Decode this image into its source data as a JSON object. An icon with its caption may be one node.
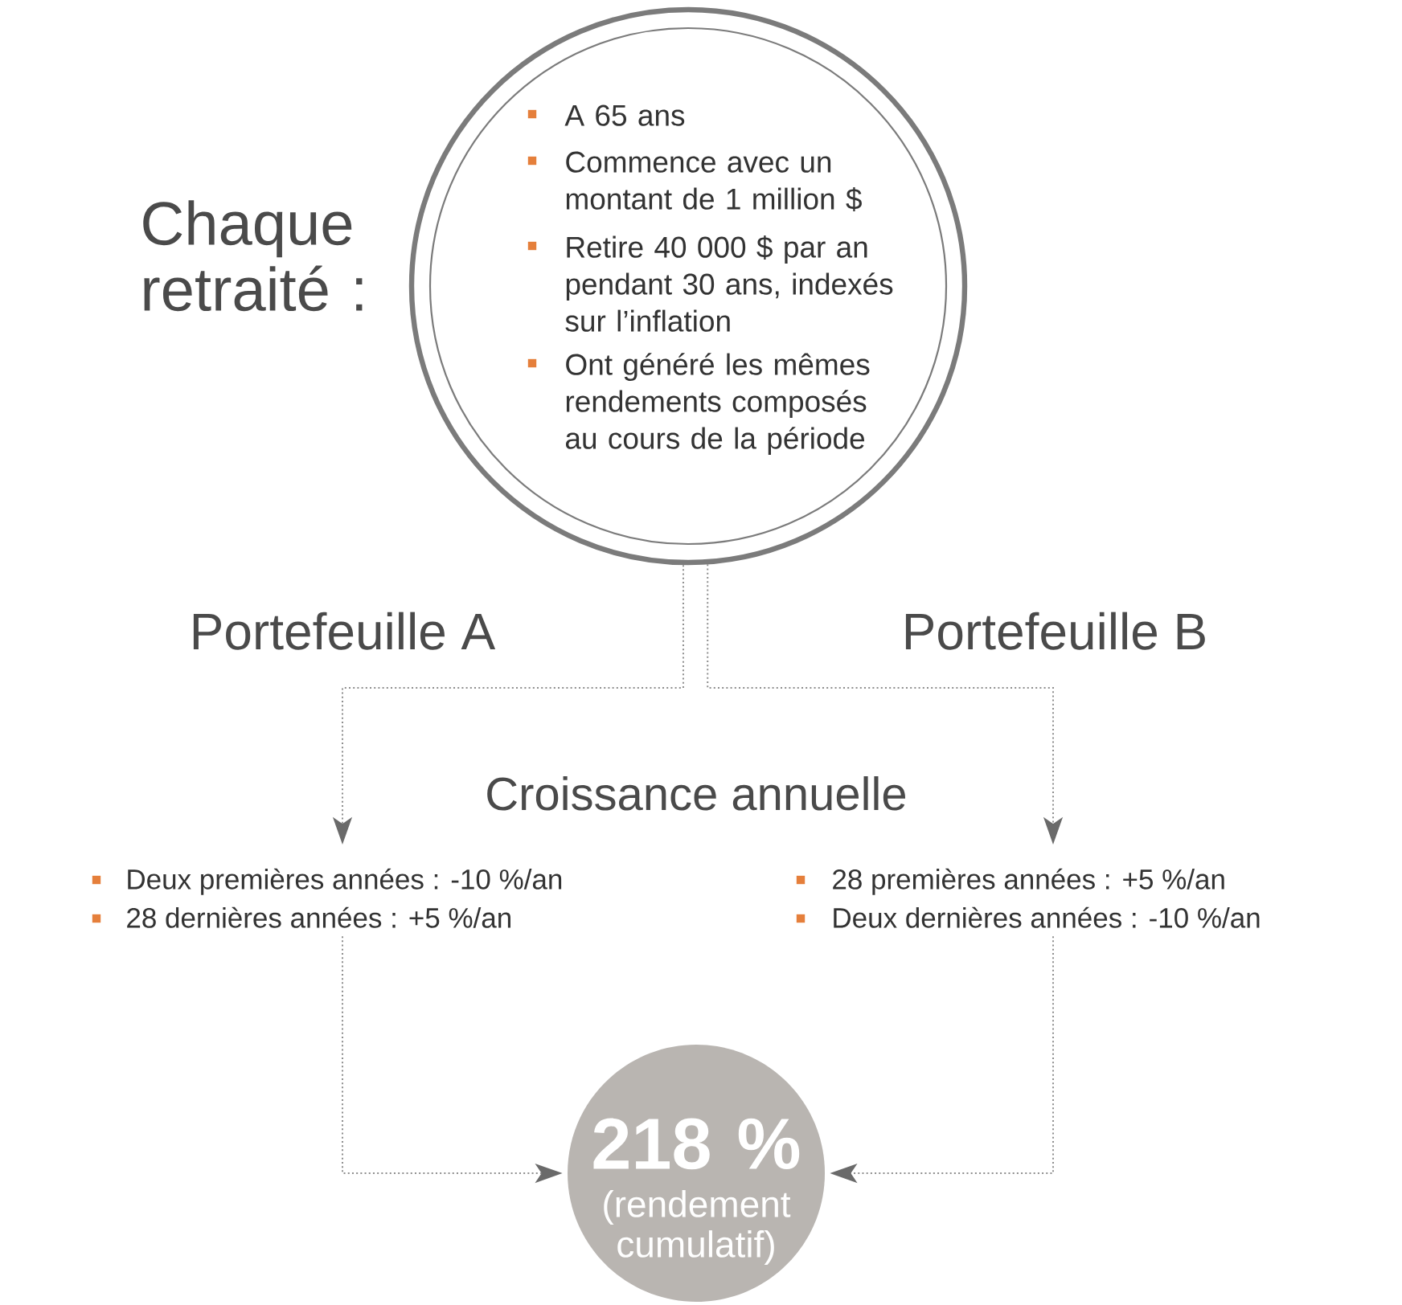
{
  "diagram": {
    "nodes": [
      {
        "text": [
          "A 65 ans",
          "Commence avec un montant de 1 million $",
          "Retire 40 000 $ par an pendant 30 ans, indexés sur l’inflation",
          "Ont généré les mêmes rendements composés au cours de la période"
        ],
        "beside": [
          "Chaque retraité :"
        ]
      },
      {
        "text": [
          "Deux premières années : -10 %/an",
          "28 dernières années : +5 %/an"
        ]
      },
      {
        "text": [
          "28 premières années : +5 %/an",
          "Deux dernières années : -10 %/an"
        ]
      },
      {
        "text": [
          "218 %",
          "(rendement cumulatif)"
        ]
      }
    ],
    "edges": [
      {
        "from": 0,
        "to": 1,
        "arrow": "to",
        "label": "Portefeuille A"
      },
      {
        "from": 0,
        "to": 2,
        "arrow": "to",
        "label": "Portefeuille B"
      },
      {
        "from": 1,
        "to": 3,
        "arrow": "to"
      },
      {
        "from": 2,
        "to": 3,
        "arrow": "to"
      }
    ],
    "labels": [
      "Croissance annuelle"
    ]
  }
}
